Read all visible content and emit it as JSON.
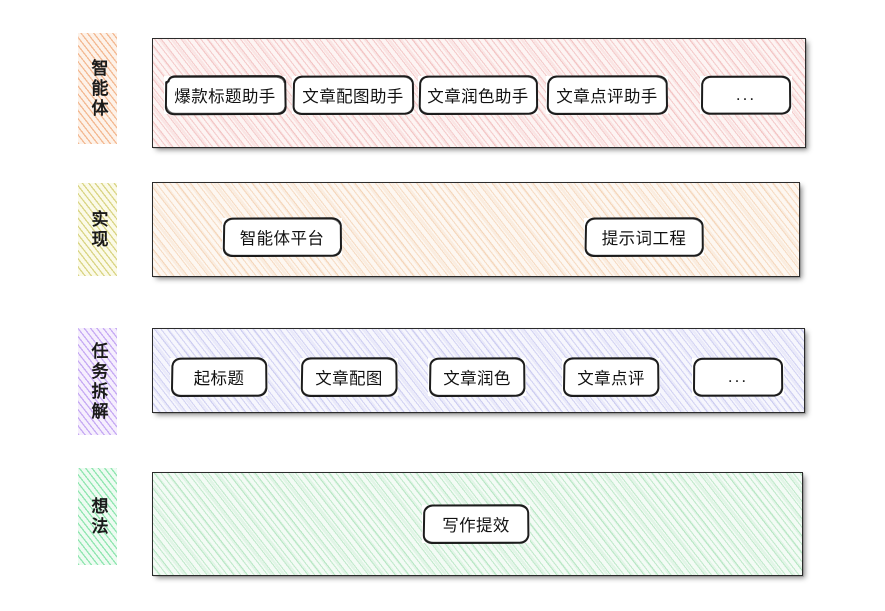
{
  "diagram": {
    "title": "",
    "type": "swimlane-layered-diagram",
    "background": "#ffffff",
    "lanes": [
      {
        "id": "agent",
        "label": "智能体",
        "label_color": "#ed965d",
        "band_color": "#e99696",
        "band_fill": "#fdf4f3",
        "nodes": [
          {
            "label": "爆款标题助手"
          },
          {
            "label": "文章配图助手"
          },
          {
            "label": "文章润色助手"
          },
          {
            "label": "文章点评助手"
          },
          {
            "label": "..."
          }
        ]
      },
      {
        "id": "implementation",
        "label": "实现",
        "label_color": "#c5be48",
        "band_color": "#e9a86e",
        "band_fill": "#fdf7f1",
        "nodes": [
          {
            "label": "智能体平台"
          },
          {
            "label": "提示词工程"
          }
        ]
      },
      {
        "id": "task-breakdown",
        "label": "任务拆解",
        "label_color": "#a67ced",
        "band_color": "#9696e1",
        "band_fill": "#f6f6fd",
        "nodes": [
          {
            "label": "起标题"
          },
          {
            "label": "文章配图"
          },
          {
            "label": "文章润色"
          },
          {
            "label": "文章点评"
          },
          {
            "label": "..."
          }
        ]
      },
      {
        "id": "idea",
        "label": "想法",
        "label_color": "#4bd680",
        "band_color": "#6ecd87",
        "band_fill": "#f3fbf5",
        "nodes": [
          {
            "label": "写作提效"
          }
        ]
      }
    ]
  }
}
